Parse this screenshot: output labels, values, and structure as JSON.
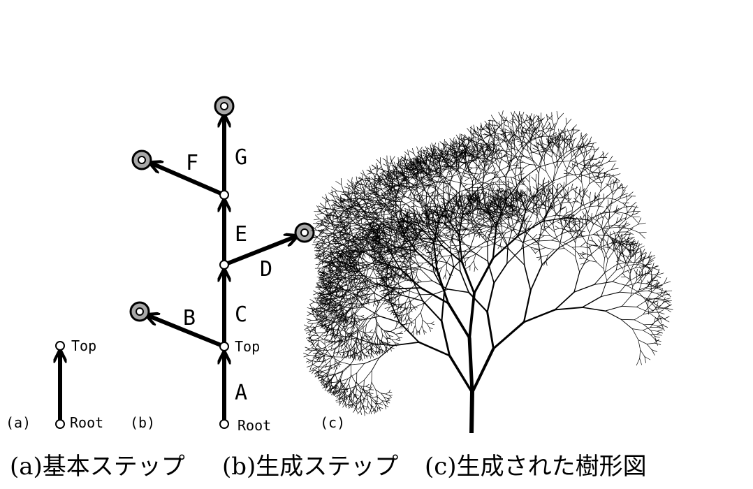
{
  "panel_a": {
    "tag": "(a)",
    "top_label": "Top",
    "root_label": "Root"
  },
  "panel_b": {
    "tag": "(b)",
    "top_label": "Top",
    "root_label": "Root",
    "arrows": [
      "A",
      "B",
      "C",
      "D",
      "E",
      "F",
      "G"
    ]
  },
  "panel_c": {
    "tag": "(c)"
  },
  "captions": {
    "a": "(a)基本ステップ",
    "b": "(b)生成ステップ",
    "c": "(c)生成された樹形図"
  },
  "colors": {
    "stroke": "#000000",
    "leaf_fill": "#a8a8a8",
    "node_fill": "#ffffff",
    "background": "#ffffff"
  }
}
